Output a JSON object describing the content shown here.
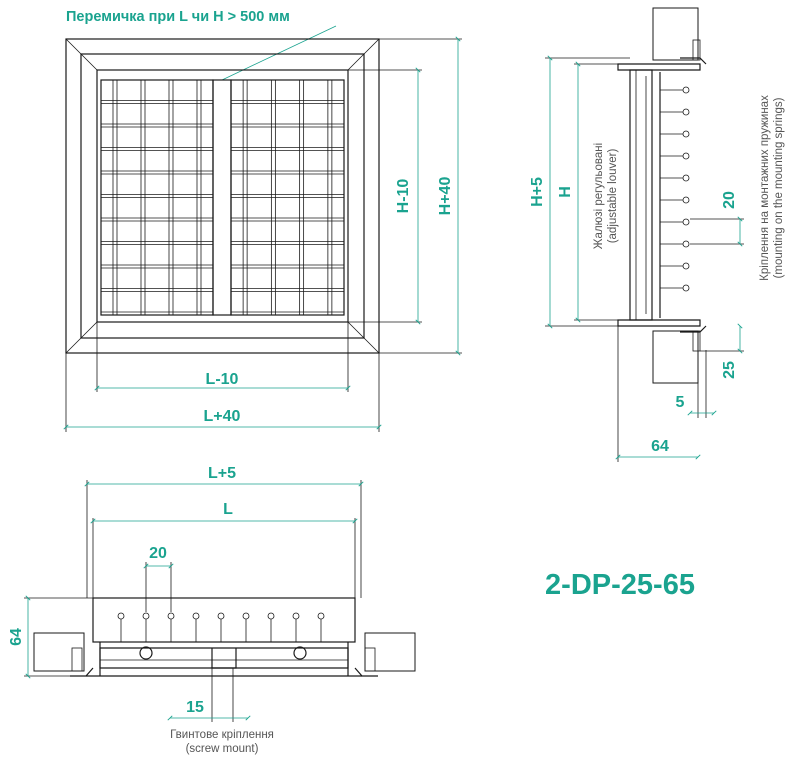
{
  "model": "2-DP-25-65",
  "colors": {
    "dimension": "#1aa38f",
    "line": "#1a1a1a",
    "note": "#555555"
  },
  "front_view": {
    "callout": "Перемичка при L чи H > 500 мм",
    "dims": {
      "inner_width": "L-10",
      "outer_width": "L+40",
      "inner_height": "H-10",
      "outer_height": "H+40"
    }
  },
  "side_view": {
    "louver_label_ua": "Жалюзі регульовані",
    "louver_label_en": "(adjustable louver)",
    "spring_label_ua": "Кріплення на монтажних пружинах",
    "spring_label_en": "(mounting on the mounting springs)",
    "dims": {
      "height_plus": "H+5",
      "height": "H",
      "pitch": "20",
      "spring_offset": "25",
      "gap": "5",
      "depth": "64"
    }
  },
  "top_view": {
    "screw_label_ua": "Гвинтове кріплення",
    "screw_label_en": "(screw mount)",
    "dims": {
      "width_plus": "L+5",
      "width": "L",
      "pitch": "20",
      "depth": "64",
      "screw_offset": "15"
    }
  }
}
